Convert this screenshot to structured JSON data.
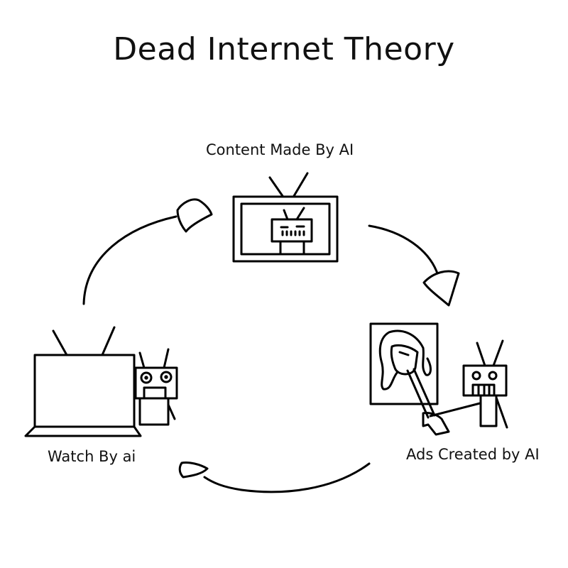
{
  "title": "Dead Internet Theory",
  "stages": {
    "content": {
      "label": "Content Made By AI",
      "icon": "tv-with-robot-icon"
    },
    "ads": {
      "label": "Ads Created by AI",
      "icon": "robot-painting-icon"
    },
    "watch": {
      "label": "Watch By ai",
      "icon": "robot-watching-tv-icon"
    }
  },
  "flow": [
    {
      "from": "Watch By ai",
      "to": "Content Made By AI"
    },
    {
      "from": "Content Made By AI",
      "to": "Ads Created by AI"
    },
    {
      "from": "Ads Created by AI",
      "to": "Watch By ai"
    }
  ],
  "colors": {
    "ink": "#000000",
    "background": "#ffffff"
  }
}
